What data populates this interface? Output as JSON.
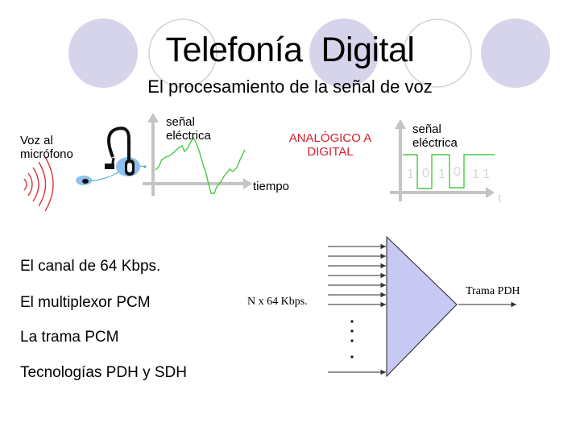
{
  "header": {
    "title": "Telefonía  Digital",
    "subtitle": "El procesamiento de la señal de voz"
  },
  "decor": {
    "circle_fill_color": "#d6d4ea",
    "circle_outline_color": "#d2d2d2"
  },
  "analog_section": {
    "voice_label_line1": "Voz al",
    "voice_label_line2": "micrófono",
    "signal_label_line1": "señal",
    "signal_label_line2": "eléctrica",
    "x_axis_label": "tiempo",
    "wave_color": "#44cc44",
    "sound_wave_color": "#d9343c"
  },
  "conversion": {
    "label_line1": "ANALÓGICO A",
    "label_line2": "DIGITAL",
    "color": "#d4202a"
  },
  "digital_section": {
    "signal_label_line1": "señal",
    "signal_label_line2": "eléctrica",
    "x_axis_label": "t",
    "bits": [
      "1",
      "0",
      "1",
      "0",
      "1",
      "1"
    ]
  },
  "topics": [
    "El canal de 64 Kbps.",
    "El multiplexor PCM",
    "La trama PCM",
    "Tecnologías PDH y SDH"
  ],
  "multiplexer": {
    "input_label": "N x 64 Kbps.",
    "output_label": "Trama PDH",
    "fill_color": "#c8c8f4",
    "input_count_visible": 8
  }
}
